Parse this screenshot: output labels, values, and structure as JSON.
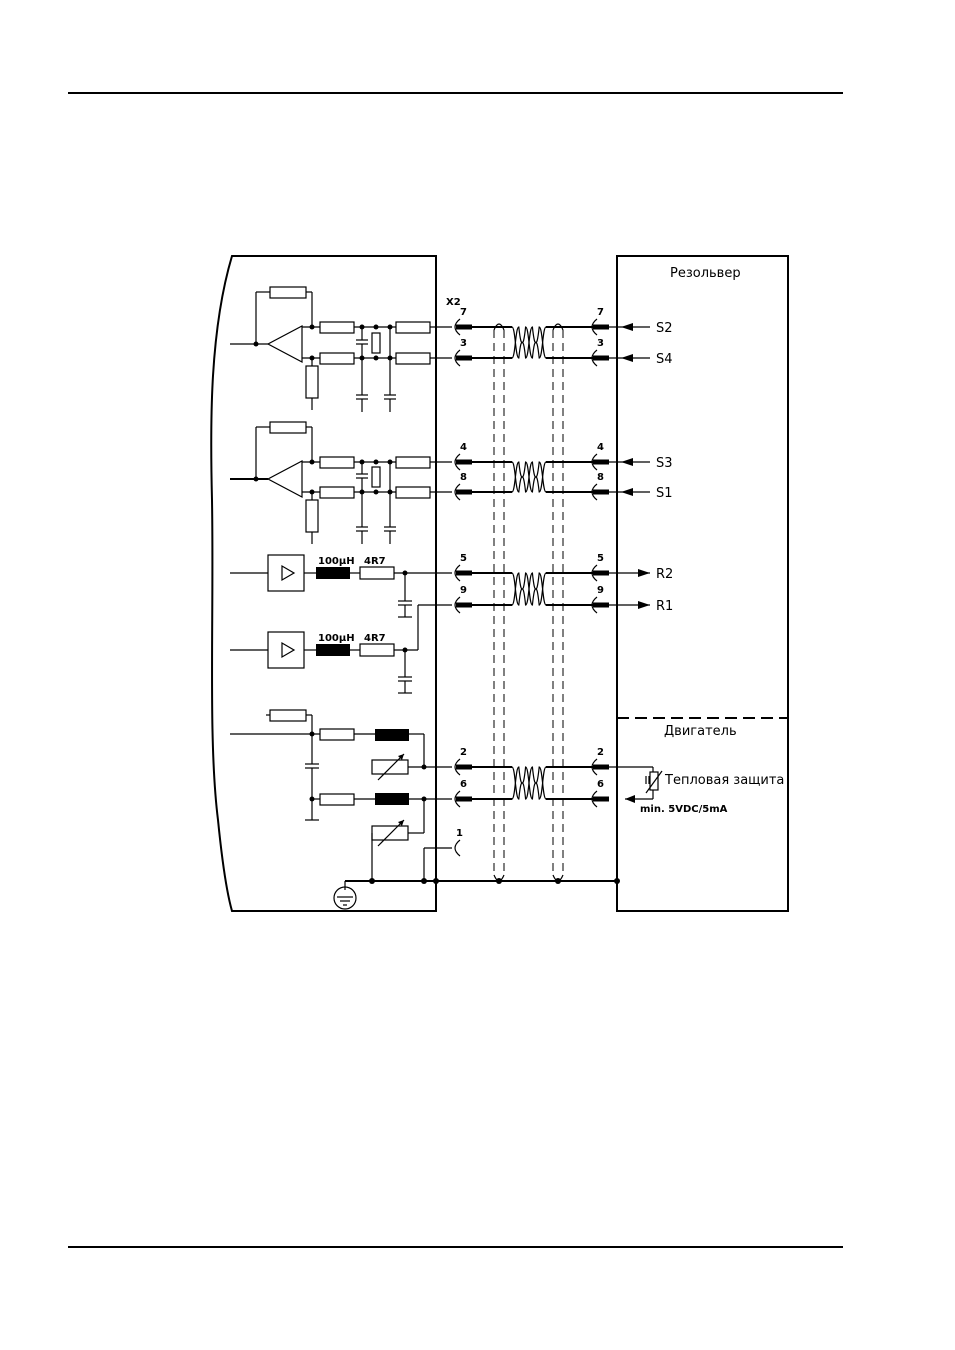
{
  "resolver_title": "Резольвер",
  "motor_title": "Двигатель",
  "connector": "X2",
  "signals": [
    {
      "name": "S2",
      "pin": "7"
    },
    {
      "name": "S4",
      "pin": "3"
    },
    {
      "name": "S3",
      "pin": "4"
    },
    {
      "name": "S1",
      "pin": "8"
    },
    {
      "name": "R2",
      "pin": "5"
    },
    {
      "name": "R1",
      "pin": "9"
    }
  ],
  "motor_pins": [
    "2",
    "6"
  ],
  "shield_pin": "1",
  "inductor_label": "100µH",
  "resistor_label": "4R7",
  "thermal_label": "Тепловая защита",
  "thermal_spec": "min. 5VDC/5mA"
}
